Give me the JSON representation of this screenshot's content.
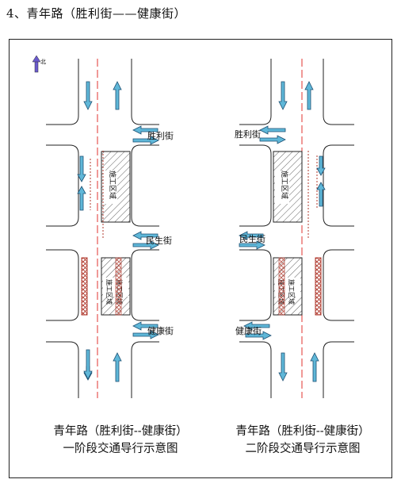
{
  "heading": "4、青年路（胜利街——健康街）",
  "north_label": "北",
  "left_diagram": {
    "labels": {
      "top_street": "胜利街",
      "mid_street": "民生街",
      "bottom_street": "健康街",
      "zone_top": "施工区域",
      "zone_bottom_a": "施工区域",
      "zone_bottom_b": "施工区域"
    },
    "caption_line1": "青年路（胜利街--健康街）",
    "caption_line2": "一阶段交通导行示意图"
  },
  "right_diagram": {
    "labels": {
      "top_street": "胜利街",
      "mid_street": "民生街",
      "bottom_street": "健康街",
      "zone_top": "施工区域",
      "zone_bottom_a": "施工区域",
      "zone_bottom_b": "施工区域"
    },
    "caption_line1": "青年路（胜利街--健康街）",
    "caption_line2": "二阶段交通导行示意图"
  },
  "colors": {
    "arrow_fill": "#5fb7d8",
    "arrow_stroke": "#1b4f72",
    "centerline": "#e0332f",
    "barrier": "#c0392b",
    "north_arrow": "#6a5acd"
  }
}
